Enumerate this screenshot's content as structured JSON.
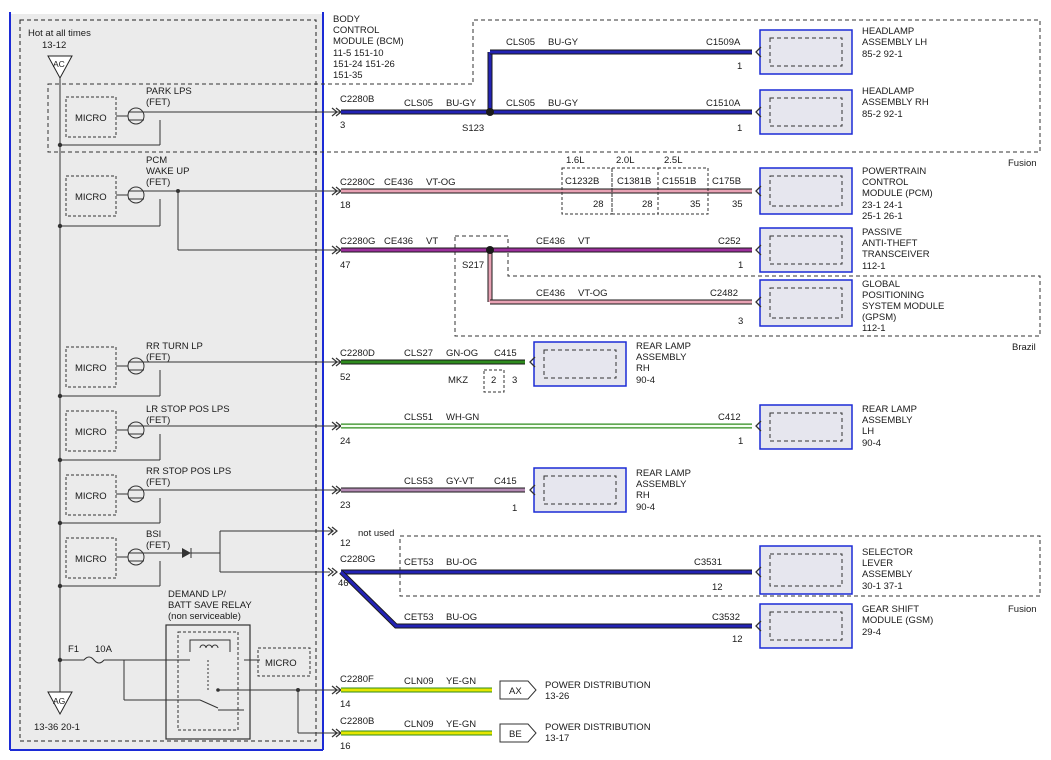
{
  "hot_label": "Hot at all times",
  "hot_ref": "13-12",
  "ac_label": "AC",
  "ag_label": "AG",
  "ag_ref": "13-36  20-1",
  "bcm": {
    "l1": "BODY",
    "l2": "CONTROL",
    "l3": "MODULE (BCM)",
    "r1": "11-5       151-10",
    "r2": "151-24   151-26",
    "r3": "151-35"
  },
  "micro": "MICRO",
  "fets": {
    "park": {
      "l1": "PARK LPS",
      "l2": "(FET)"
    },
    "pcm": {
      "l1": "PCM",
      "l2": "WAKE UP",
      "l3": "(FET)"
    },
    "rrturn": {
      "l1": "RR TURN LP",
      "l2": "(FET)"
    },
    "lrstop": {
      "l1": "LR STOP POS LPS",
      "l2": "(FET)"
    },
    "rrstop": {
      "l1": "RR STOP POS LPS",
      "l2": "(FET)"
    },
    "bsi": {
      "l1": "BSI",
      "l2": "(FET)"
    }
  },
  "demand": {
    "l1": "DEMAND LP/",
    "l2": "BATT SAVE RELAY",
    "l3": "(non serviceable)"
  },
  "fuse": {
    "name": "F1",
    "rating": "10A"
  },
  "wires": {
    "park": {
      "conn": "C2280B",
      "pin": "3",
      "c1": "CLS05",
      "c2": "BU-GY",
      "c3": "CLS05",
      "c4": "BU-GY",
      "splice": "S123",
      "top_c": "CLS05",
      "top_col": "BU-GY",
      "top_conn": "C1509A",
      "top_pin": "1",
      "rh_conn": "C1510A",
      "rh_pin": "1"
    },
    "pcm": {
      "conn": "C2280C",
      "pin": "18",
      "c": "CE436",
      "col": "VT-OG",
      "e1": "1.6L",
      "e2": "2.0L",
      "e3": "2.5L",
      "k1": "C1232B",
      "k2": "C1381B",
      "k3": "C1551B",
      "k4": "C175B",
      "p1": "28",
      "p2": "28",
      "p3": "35",
      "p4": "35"
    },
    "pats": {
      "conn": "C2280G",
      "pin": "47",
      "c": "CE436",
      "col": "VT",
      "splice": "S217",
      "c2": "CE436",
      "col2": "VT",
      "endc": "C252",
      "endp": "1"
    },
    "gpsm": {
      "c": "CE436",
      "col": "VT-OG",
      "endc": "C2482",
      "endp": "3"
    },
    "rrturn": {
      "conn": "C2280D",
      "pin": "52",
      "c": "CLS27",
      "col": "GN-OG",
      "endc": "C415",
      "mkz": "MKZ",
      "p2": "2",
      "p3": "3"
    },
    "lrstop": {
      "pin": "24",
      "c": "CLS51",
      "col": "WH-GN",
      "endc": "C412",
      "endp": "1"
    },
    "rrstop": {
      "pin": "23",
      "c": "CLS53",
      "col": "GY-VT",
      "endc": "C415",
      "endp": "1"
    },
    "notused": {
      "pin": "12",
      "text": "not used"
    },
    "sel": {
      "conn": "C2280G",
      "pin": "46",
      "c": "CET53",
      "col": "BU-OG",
      "endc": "C3531",
      "endp": "12"
    },
    "gsm": {
      "c": "CET53",
      "col": "BU-OG",
      "endc": "C3532",
      "endp": "12"
    },
    "ax": {
      "conn": "C2280F",
      "pin": "14",
      "c": "CLN09",
      "col": "YE-GN",
      "tag": "AX",
      "l1": "POWER DISTRIBUTION",
      "l2": "13-26"
    },
    "be": {
      "conn": "C2280B",
      "pin": "16",
      "c": "CLN09",
      "col": "YE-GN",
      "tag": "BE",
      "l1": "POWER DISTRIBUTION",
      "l2": "13-17"
    }
  },
  "components": {
    "hl_lh": {
      "l1": "HEADLAMP",
      "l2": "ASSEMBLY LH",
      "l3": "85-2   92-1"
    },
    "hl_rh": {
      "l1": "HEADLAMP",
      "l2": "ASSEMBLY RH",
      "l3": "85-2   92-1"
    },
    "pcm": {
      "l1": "POWERTRAIN",
      "l2": "CONTROL",
      "l3": "MODULE (PCM)",
      "l4": "23-1     24-1",
      "l5": "25-1     26-1"
    },
    "pats": {
      "l1": "PASSIVE",
      "l2": "ANTI-THEFT",
      "l3": "TRANSCEIVER",
      "l4": "112-1"
    },
    "gpsm": {
      "l1": "GLOBAL",
      "l2": "POSITIONING",
      "l3": "SYSTEM MODULE",
      "l4": "(GPSM)",
      "l5": "112-1"
    },
    "rr_turn": {
      "l1": "REAR LAMP",
      "l2": "ASSEMBLY",
      "l3": "RH",
      "l4": "90-4"
    },
    "lr": {
      "l1": "REAR LAMP",
      "l2": "ASSEMBLY",
      "l3": "LH",
      "l4": "90-4"
    },
    "rr_stop": {
      "l1": "REAR LAMP",
      "l2": "ASSEMBLY",
      "l3": "RH",
      "l4": "90-4"
    },
    "sel": {
      "l1": "SELECTOR",
      "l2": "LEVER",
      "l3": "ASSEMBLY",
      "l4": "30-1   37-1"
    },
    "gsm": {
      "l1": "GEAR SHIFT",
      "l2": "MODULE (GSM)",
      "l3": "29-4"
    }
  },
  "notes": {
    "fusion1": "Fusion",
    "brazil": "Brazil",
    "fusion2": "Fusion"
  },
  "colors": {
    "blue": "#2323b4",
    "pink": "#e8a2b4",
    "violet": "#9c2f9c",
    "green": "#2e8b1e",
    "yellow": "#e6e600",
    "frame": "#1c2bd6"
  }
}
